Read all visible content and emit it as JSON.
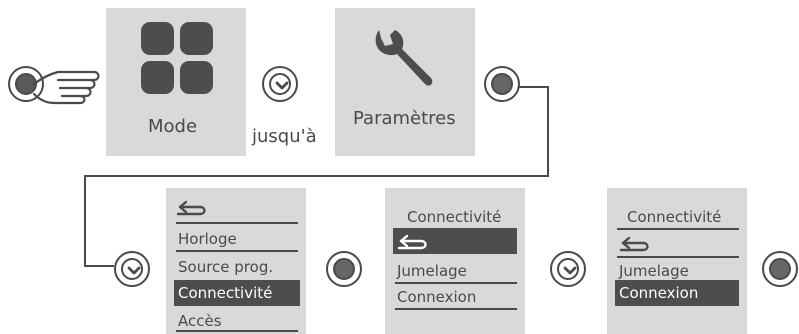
{
  "steps": {
    "mode_label": "Mode",
    "until_label": "jusqu'à",
    "settings_label": "Paramètres"
  },
  "menu1": {
    "items": [
      "Horloge",
      "Source prog.",
      "Connectivité",
      "Accès"
    ],
    "selected": "Connectivité"
  },
  "menu2": {
    "title": "Connectivité",
    "items": [
      "Jumelage",
      "Connexion"
    ],
    "selected": "back"
  },
  "menu3": {
    "title": "Connectivité",
    "items": [
      "Jumelage",
      "Connexion"
    ],
    "selected": "Connexion"
  },
  "icons": {
    "ok_button": "ok-button-icon",
    "down_button": "down-button-icon",
    "hand": "pointing-hand-icon",
    "grid": "four-square-grid-icon",
    "wrench": "wrench-icon",
    "back": "back-arrow-icon"
  },
  "colors": {
    "panel": "#d9d9d9",
    "ink": "#4a4a4a",
    "selection": "#4d4d4d"
  }
}
